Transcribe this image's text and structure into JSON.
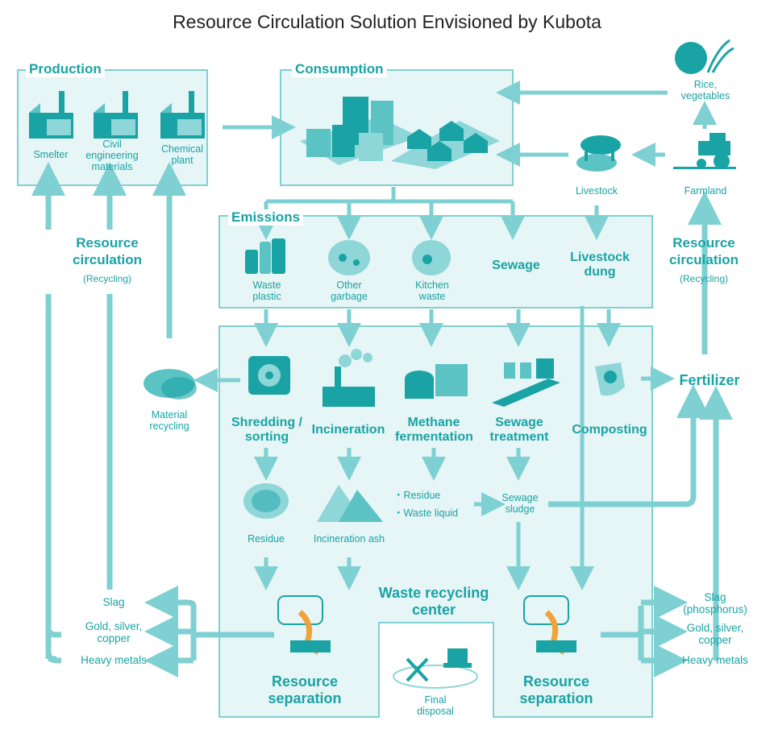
{
  "title": "Resource Circulation Solution Envisioned by Kubota",
  "sections": {
    "production": "Production",
    "consumption": "Consumption",
    "emissions": "Emissions",
    "waste_center_line1": "Waste recycling",
    "waste_center_line2": "center"
  },
  "production_items": [
    "Smelter",
    "Civil engineering materials",
    "Chemical plant"
  ],
  "production_lines": {
    "smelter": "Smelter",
    "civil1": "Civil",
    "civil2": "engineering",
    "civil3": "materials",
    "chem1": "Chemical",
    "chem2": "plant"
  },
  "farm": {
    "rice1": "Rice,",
    "rice2": "vegetables",
    "livestock": "Livestock",
    "farmland": "Farmland"
  },
  "emissions": {
    "waste_plastic1": "Waste",
    "waste_plastic2": "plastic",
    "other1": "Other",
    "other2": "garbage",
    "kitchen1": "Kitchen",
    "kitchen2": "waste",
    "sewage": "Sewage",
    "dung1": "Livestock",
    "dung2": "dung"
  },
  "resource_circulation": {
    "line1": "Resource",
    "line2": "circulation",
    "sub": "(Recycling)"
  },
  "processes": {
    "shred1": "Shredding /",
    "shred2": "sorting",
    "incineration": "Incineration",
    "methane1": "Methane",
    "methane2": "fermentation",
    "sewage1": "Sewage",
    "sewage2": "treatment",
    "composting": "Composting",
    "fertilizer": "Fertilizer"
  },
  "material_recycling1": "Material",
  "material_recycling2": "recycling",
  "outputs": {
    "residue": "Residue",
    "ash": "Incineration ash",
    "m_residue": "・Residue",
    "m_liquid": "・Waste liquid",
    "sludge1": "Sewage",
    "sludge2": "sludge"
  },
  "separation": {
    "line1": "Resource",
    "line2": "separation"
  },
  "final_disposal1": "Final",
  "final_disposal2": "disposal",
  "left_outputs": {
    "slag": "Slag",
    "gold1": "Gold, silver,",
    "gold2": "copper",
    "heavy": "Heavy metals"
  },
  "right_outputs": {
    "slag1": "Slag",
    "slag2": "(phosphorus)",
    "gold1": "Gold, silver,",
    "gold2": "copper",
    "heavy": "Heavy metals"
  },
  "colors": {
    "accent": "#1aa3a5",
    "flow": "#7fd0d2",
    "panel": "#e6f5f5",
    "title": "#222222"
  }
}
